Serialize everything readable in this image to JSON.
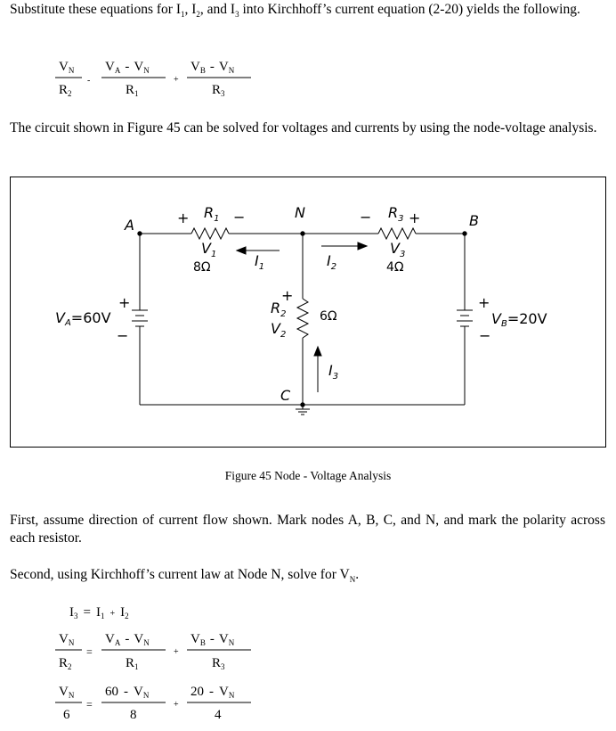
{
  "paragraphs": {
    "p1_line1": "Substitute these equations for I",
    "p1_sub1": "1",
    "p1_mid1": ", I",
    "p1_sub2": "2",
    "p1_mid2": ", and I",
    "p1_sub3": "3",
    "p1_rest": " into Kirchhoff’s current equation (2-20) yields the following.",
    "p2": "The circuit shown in Figure 45 can be solved for voltages and currents by using the node-voltage analysis.",
    "p3": "First, assume direction of current flow shown.  Mark nodes A, B, C, and N, and mark the polarity across each resistor.",
    "p4_text": "Second, using Kirchhoff’s current law at Node N, solve for V",
    "p4_sub": "N",
    "p4_end": "."
  },
  "equations": {
    "V": "V",
    "R": "R",
    "I": "I",
    "N": "N",
    "A": "A",
    "B": "B",
    "one": "1",
    "two": "2",
    "three": "3",
    "minus": "-",
    "plus": "+",
    "eq": "=",
    "num60": "60",
    "num20": "20",
    "den6": "6",
    "den8": "8",
    "den4": "4"
  },
  "figure": {
    "caption": "Figure 45    Node - Voltage Analysis",
    "node_A": "A",
    "node_B": "B",
    "node_C": "C",
    "node_N": "N",
    "r1_label": "R",
    "r1_sub": "1",
    "r1_value": "8Ω",
    "v1_label": "V",
    "v1_sub": "1",
    "r3_label": "R",
    "r3_sub": "3",
    "r3_value": "4Ω",
    "v3_label": "V",
    "v3_sub": "3",
    "r2_label": "R",
    "r2_sub": "2",
    "r2_value": "6Ω",
    "v2_label": "V",
    "v2_sub": "2",
    "i1_label": "I",
    "i1_sub": "1",
    "i2_label": "I",
    "i2_sub": "2",
    "i3_label": "I",
    "i3_sub": "3",
    "va_label": "V",
    "va_sub": "A",
    "va_value": "=60V",
    "vb_label": "V",
    "vb_sub": "B",
    "vb_value": "=20V",
    "plus": "+",
    "minus": "−"
  }
}
